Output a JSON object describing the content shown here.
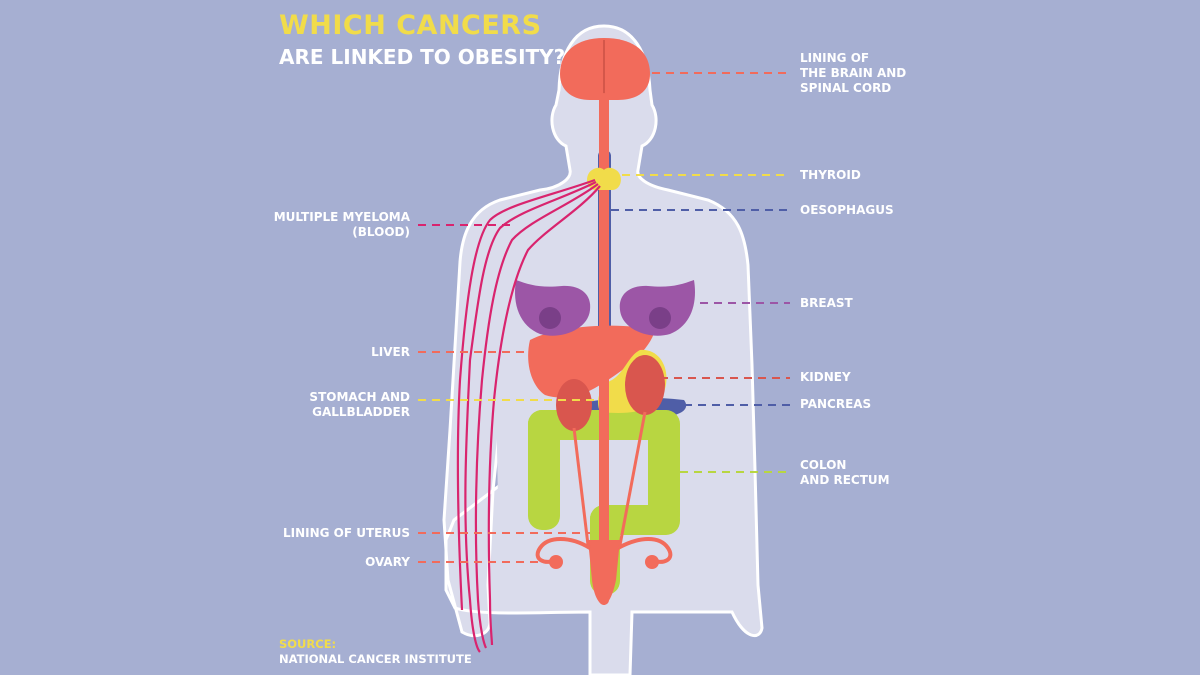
{
  "title": {
    "line1": "WHICH CANCERS",
    "line2": "ARE LINKED TO OBESITY?"
  },
  "labels": {
    "brain": "LINING OF\nTHE BRAIN AND\nSPINAL CORD",
    "thyroid": "THYROID",
    "oesophagus": "OESOPHAGUS",
    "breast": "BREAST",
    "kidney": "KIDNEY",
    "pancreas": "PANCREAS",
    "colon": "COLON\nAND RECTUM",
    "myeloma": "MULTIPLE MYELOMA\n(BLOOD)",
    "liver": "LIVER",
    "stomach": "STOMACH AND\nGALLBLADDER",
    "uterus": "LINING OF UTERUS",
    "ovary": "OVARY"
  },
  "source": {
    "heading": "SOURCE:",
    "name": "NATIONAL CANCER INSTITUTE"
  },
  "colors": {
    "background": "#a6afd2",
    "body": "#dadcec",
    "red": "#f26b5b",
    "yellow": "#f1dc4a",
    "navy": "#4f5ea7",
    "purple": "#9c56a6",
    "green": "#b8d641",
    "pink": "#d9246e",
    "kidney": "#d9564e"
  }
}
